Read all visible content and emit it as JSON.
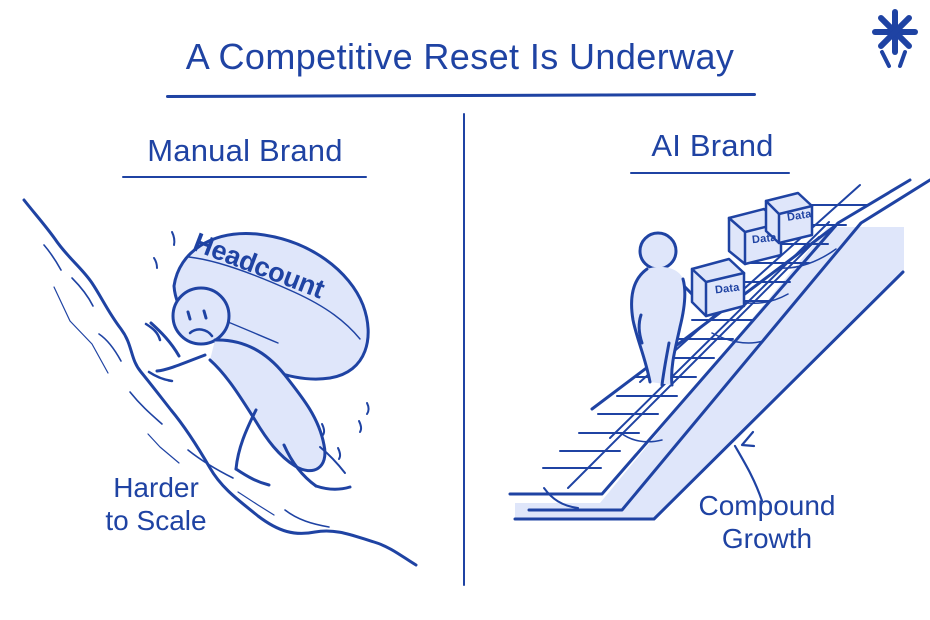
{
  "title": "A Competitive Reset Is Underway",
  "left_panel": {
    "heading": "Manual Brand",
    "load_label": "Headcount",
    "caption_lines": [
      "Harder",
      "to Scale"
    ]
  },
  "right_panel": {
    "heading": "AI Brand",
    "box_labels": [
      "Data",
      "Data",
      "Data"
    ],
    "caption_lines": [
      "Compound",
      "Growth"
    ]
  },
  "colors": {
    "ink": "#1f43a3",
    "soft_fill": "#dfe6fa",
    "background": "#ffffff"
  },
  "icons": {
    "corner": "asterisk-icon"
  }
}
